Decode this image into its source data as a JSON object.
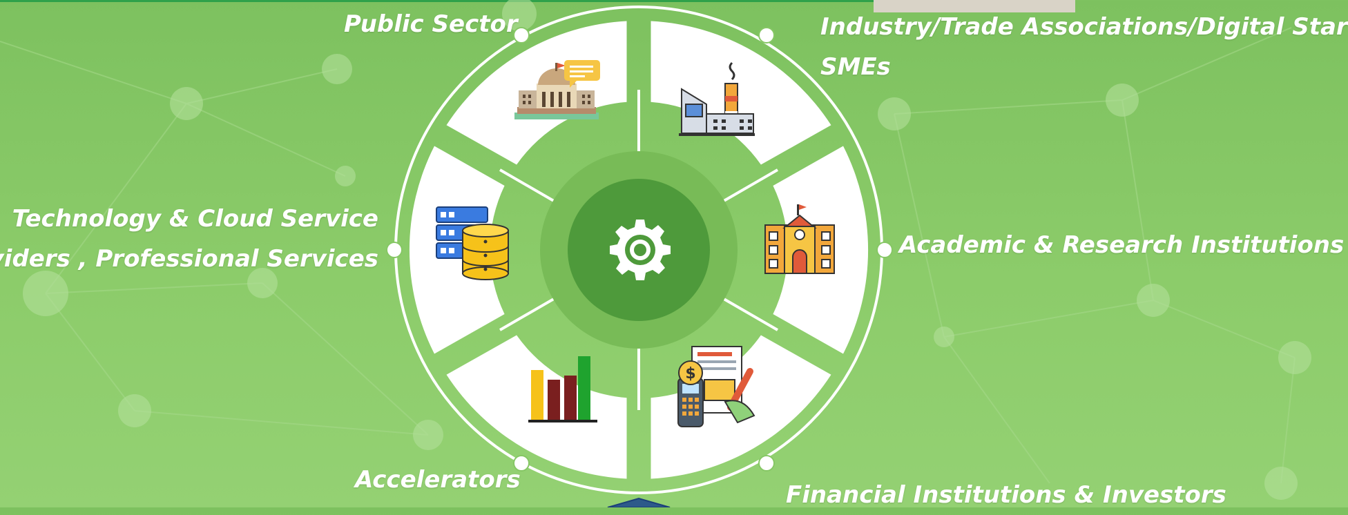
{
  "title": "",
  "labels": {
    "public_sector": "Public Sector",
    "industry": [
      "Industry/Trade Associations/Digital Startup,",
      "SMEs"
    ],
    "technology": [
      "Technology & Cloud Service",
      "Providers , Professional Services"
    ],
    "academic": "Academic & Research Institutions",
    "accelerators": "Accelerators",
    "financial": "Financial Institutions & Investors"
  },
  "segments": [
    {
      "name": "public-sector",
      "icon": "government-building-icon"
    },
    {
      "name": "industry",
      "icon": "factory-icon"
    },
    {
      "name": "academic",
      "icon": "school-icon"
    },
    {
      "name": "financial",
      "icon": "finance-payment-icon"
    },
    {
      "name": "accelerators",
      "icon": "bar-chart-icon"
    },
    {
      "name": "technology",
      "icon": "database-server-icon"
    }
  ],
  "center_icon": "gear-icon",
  "colors": {
    "background": "#86c765",
    "ring": "#ffffff",
    "hub_outer": "#78bb57",
    "hub_inner": "#4e9a3b",
    "accent": "#2fa14a"
  }
}
